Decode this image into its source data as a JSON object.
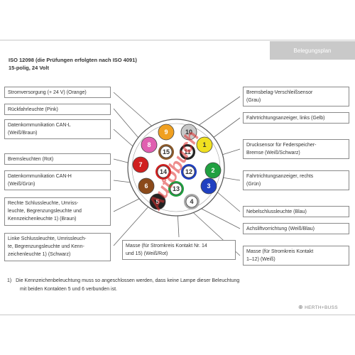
{
  "header": {
    "tab_label": "Belegungsplan",
    "title_line1": "ISO 12098 (die Prüfungen erfolgten nach ISO 4091)",
    "title_line2": "15-polig, 24 Volt"
  },
  "labels_left": [
    {
      "lines": [
        "Stromversorgung (+ 24 V) (Orange)"
      ]
    },
    {
      "lines": [
        "Rückfahrleuchte (Pink)"
      ]
    },
    {
      "lines": [
        "Datenkommunikation CAN-L",
        "(Weiß/Braun)"
      ]
    },
    {
      "lines": [
        "Bremsleuchten (Rot)"
      ]
    },
    {
      "lines": [
        "Datenkommunikation CAN-H",
        "(Weiß/Grün)"
      ]
    },
    {
      "lines": [
        "Rechte Schlussleuchte, Umriss-",
        "leuchte, Begrenzungsleuchte und",
        "Kennzeichenleuchte 1) (Braun)"
      ]
    },
    {
      "lines": [
        "Linke Schlussleuchte, Umrissleuch-",
        "te, Begrenzungsleuchte und Kenn-",
        "zeichenleuchte 1) (Schwarz)"
      ]
    }
  ],
  "labels_right": [
    {
      "lines": [
        "Bremsbelag-Verschleißsensor",
        "(Grau)"
      ]
    },
    {
      "lines": [
        "Fahrtrichtungsanzeiger, links (Gelb)"
      ]
    },
    {
      "lines": [
        "Drucksensor für Federspeicher-",
        "Bremse (Weiß/Schwarz)"
      ]
    },
    {
      "lines": [
        "Fahrtrichtungsanzeiger, rechts",
        "(Grün)"
      ]
    },
    {
      "lines": [
        "Nebelschlussleuchte (Blau)"
      ]
    },
    {
      "lines": [
        "Achsliftvorrichtung (Weiß/Blau)"
      ]
    },
    {
      "lines": [
        "Masse (für Stromkreis Kontakt",
        "1–12) (Weiß)"
      ]
    }
  ],
  "label_bottom_center": {
    "lines": [
      "Masse (für Stromkreis Kontakt Nr. 14",
      "und 15) (Weiß/Rot)"
    ]
  },
  "pins": [
    {
      "num": "9",
      "color": "#f0a020",
      "text_color": "#ffffff"
    },
    {
      "num": "10",
      "color": "#c8c8c8",
      "text_color": "#333333"
    },
    {
      "num": "8",
      "color": "#e060b0",
      "text_color": "#ffffff"
    },
    {
      "num": "15",
      "color": "#ffffff",
      "text_color": "#333333",
      "ring": "#8b5a2b"
    },
    {
      "num": "11",
      "color": "#ffffff",
      "text_color": "#333333",
      "ring": "#222222"
    },
    {
      "num": "1",
      "color": "#f0e020",
      "text_color": "#333333"
    },
    {
      "num": "7",
      "color": "#d02020",
      "text_color": "#ffffff"
    },
    {
      "num": "14",
      "color": "#ffffff",
      "text_color": "#333333",
      "ring": "#d02020"
    },
    {
      "num": "12",
      "color": "#ffffff",
      "text_color": "#333333",
      "ring": "#2040c0"
    },
    {
      "num": "2",
      "color": "#20a040",
      "text_color": "#ffffff"
    },
    {
      "num": "6",
      "color": "#8b4a1a",
      "text_color": "#ffffff"
    },
    {
      "num": "13",
      "color": "#ffffff",
      "text_color": "#333333",
      "ring": "#20a040"
    },
    {
      "num": "3",
      "color": "#2040c0",
      "text_color": "#ffffff"
    },
    {
      "num": "5",
      "color": "#222222",
      "text_color": "#ffffff"
    },
    {
      "num": "4",
      "color": "#ffffff",
      "text_color": "#333333",
      "ring": "#aaaaaa"
    }
  ],
  "footnote": {
    "marker": "1)",
    "line1": "Die Kennzeichenbeleuchtung muss so angeschlossen werden, dass keine Lampe dieser Beleuchtung",
    "line2": "mit beiden Kontakten 5 und 6 verbunden ist."
  },
  "brand": {
    "name": "HERTH+BUSS"
  },
  "watermark": {
    "text": "Autobuch"
  }
}
